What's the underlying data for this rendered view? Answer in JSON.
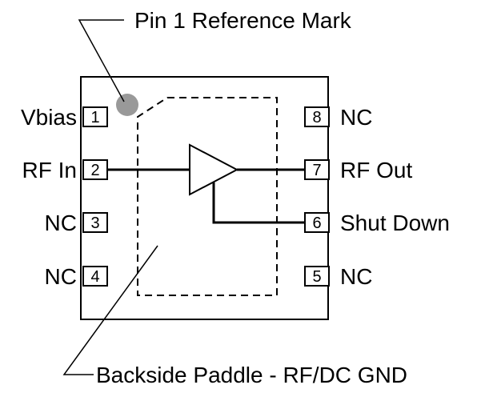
{
  "annotations": {
    "pin1_mark": "Pin 1 Reference Mark",
    "paddle": "Backside Paddle - RF/DC GND"
  },
  "pins": [
    {
      "number": "1",
      "label": "Vbias"
    },
    {
      "number": "2",
      "label": "RF In"
    },
    {
      "number": "3",
      "label": "NC"
    },
    {
      "number": "4",
      "label": "NC"
    },
    {
      "number": "5",
      "label": "NC"
    },
    {
      "number": "6",
      "label": "Shut Down"
    },
    {
      "number": "7",
      "label": "RF Out"
    },
    {
      "number": "8",
      "label": "NC"
    }
  ],
  "colors": {
    "line": "#000000",
    "pin1_dot": "#999999",
    "background": "#ffffff"
  }
}
